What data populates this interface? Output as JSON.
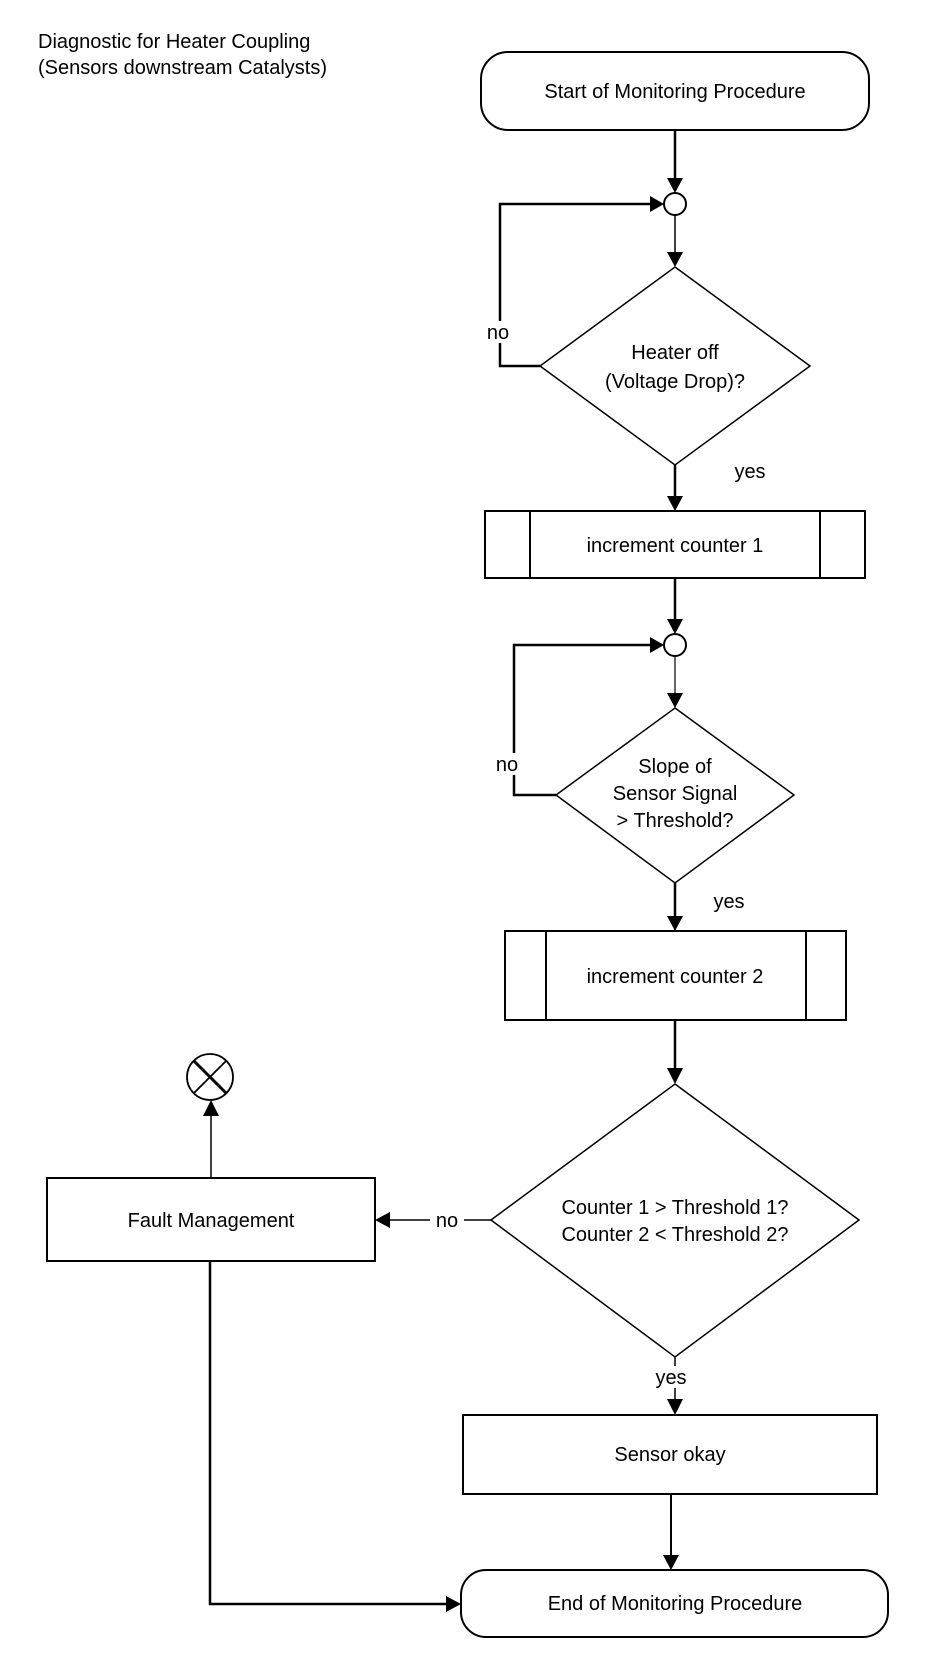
{
  "title": {
    "line1": "Diagnostic for Heater Coupling",
    "line2": "(Sensors downstream Catalysts)"
  },
  "nodes": {
    "start": "Start of Monitoring Procedure",
    "decision1": {
      "line1": "Heater off",
      "line2": "(Voltage Drop)?"
    },
    "process1": "increment counter 1",
    "decision2": {
      "line1": "Slope of",
      "line2": "Sensor Signal",
      "line3": "> Threshold?"
    },
    "process2": "increment counter 2",
    "decision3": {
      "line1": "Counter 1 > Threshold 1?",
      "line2": "Counter 2 < Threshold 2?"
    },
    "fault": "Fault Management",
    "sensor_okay": "Sensor okay",
    "end": "End of Monitoring Procedure"
  },
  "edge_labels": {
    "decision1_no": "no",
    "decision1_yes": "yes",
    "decision2_no": "no",
    "decision2_yes": "yes",
    "decision3_no": "no",
    "decision3_yes": "yes"
  },
  "colors": {
    "stroke": "#000000",
    "background": "#ffffff"
  }
}
